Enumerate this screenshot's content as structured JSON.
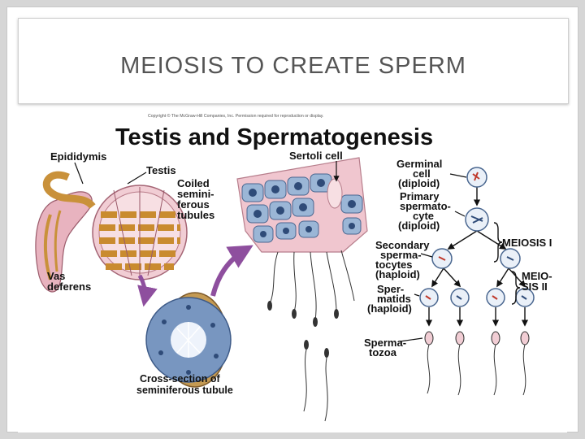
{
  "slide": {
    "title": "MEIOSIS TO CREATE SPERM"
  },
  "figure": {
    "copyright": "Copyright © The McGraw-Hill Companies, Inc. Permission required for reproduction or display.",
    "heading": "Testis and Spermatogenesis",
    "labels": {
      "epididymis": "Epididymis",
      "testis": "Testis",
      "coiled": [
        "Coiled",
        "semini-",
        "ferous",
        "tubules"
      ],
      "vas": [
        "Vas",
        "deferens"
      ],
      "cross_section": [
        "Cross-section of",
        "seminiferous tubule"
      ],
      "sertoli": "Sertoli cell",
      "germinal": [
        "Germinal",
        "cell",
        "(diploid)"
      ],
      "primary": [
        "Primary",
        "spermato-",
        "cyte",
        "(diploid)"
      ],
      "secondary": [
        "Secondary",
        "sperma-",
        "tocytes",
        "(haploid)"
      ],
      "spermatids": [
        "Sper-",
        "matids",
        "(haploid)"
      ],
      "spermatozoa": [
        "Sperma-",
        "tozoa"
      ],
      "meiosis1": "MEIOSIS I",
      "meiosis2": [
        "MEIO-",
        "SIS II"
      ]
    }
  },
  "colors": {
    "tissue": "#f2c7cf",
    "cell": "#9bb6d6",
    "nucleus": "#2f4b78",
    "arrow": "#8e4f9e",
    "tubule": "#c9913a"
  }
}
